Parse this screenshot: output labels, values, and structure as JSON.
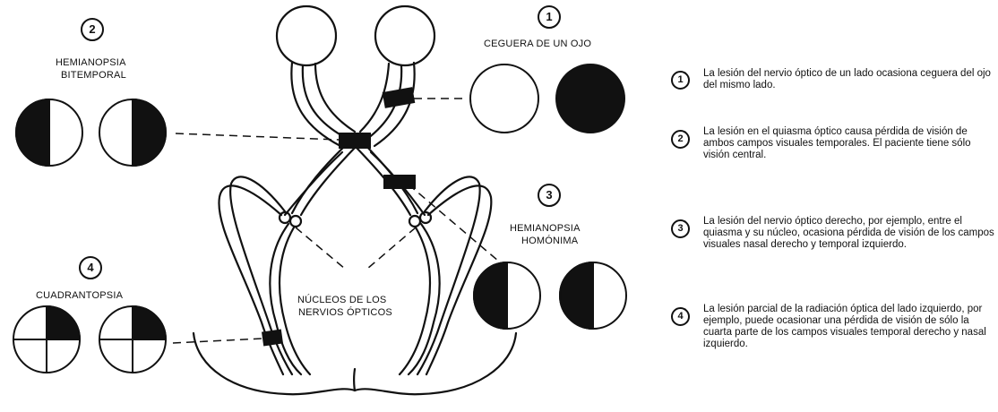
{
  "labels": {
    "hemianopsia_bitemporal_line1": "HEMIANOPSIA",
    "hemianopsia_bitemporal_line2": "BITEMPORAL",
    "ceguera": "CEGUERA DE UN OJO",
    "hemianopsia_homonima_line1": "HEMIANOPSIA",
    "hemianopsia_homonima_line2": "HOMÓNIMA",
    "cuadrantopsia": "CUADRANTOPSIA",
    "nucleos_line1": "NÚCLEOS DE LOS",
    "nucleos_line2": "NERVIOS ÓPTICOS"
  },
  "markers": {
    "m1": "1",
    "m2": "2",
    "m3": "3",
    "m4": "4"
  },
  "notes": [
    {
      "num": "1",
      "text": "La lesión del nervio óptico de un lado ocasiona ceguera del ojo del mismo lado."
    },
    {
      "num": "2",
      "text": "La lesión en el quiasma óptico causa pérdida de visión de ambos campos visuales temporales. El paciente tiene sólo visión central."
    },
    {
      "num": "3",
      "text": "La lesión del nervio óptico derecho, por ejemplo, entre el quiasma y su núcleo, ocasiona pérdida de visión de los campos visuales nasal derecho y temporal izquierdo."
    },
    {
      "num": "4",
      "text": "La lesión parcial de la radiación óptica del lado izquierdo, por ejemplo, puede ocasionar una pérdida de visión de sólo la cuarta parte de los campos visuales temporal derecho y nasal izquierdo."
    }
  ],
  "colors": {
    "ink": "#111111",
    "paper": "#ffffff"
  }
}
